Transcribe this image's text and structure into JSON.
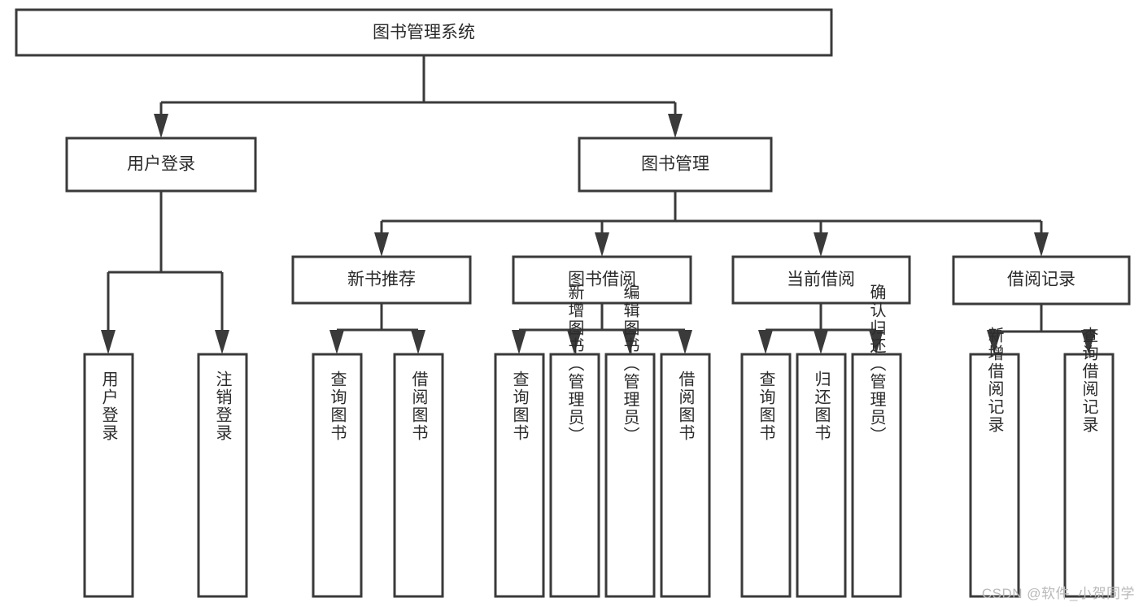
{
  "diagram": {
    "title": "图书管理系统",
    "type": "tree-hierarchy",
    "watermark": "CSDN @软件_小贺同学",
    "colors": {
      "background": "#ffffff",
      "stroke": "#3a3a3a",
      "node_fill": "#ffffff",
      "text": "#2b2b2b",
      "watermark": "#b9b9b9"
    },
    "nodes": {
      "root": {
        "label": "图书管理系统"
      },
      "level1": [
        {
          "id": "user-login",
          "label": "用户登录"
        },
        {
          "id": "book-manage",
          "label": "图书管理"
        }
      ],
      "level2": [
        {
          "id": "new-book-recommend",
          "label": "新书推荐"
        },
        {
          "id": "book-borrow",
          "label": "图书借阅"
        },
        {
          "id": "current-borrow",
          "label": "当前借阅"
        },
        {
          "id": "borrow-record",
          "label": "借阅记录"
        }
      ],
      "leaves": {
        "user-login": [
          {
            "id": "leaf-user-login",
            "label": "用户登录"
          },
          {
            "id": "leaf-logout-login",
            "label": "注销登录"
          }
        ],
        "new-book-recommend": [
          {
            "id": "leaf-query-book-1",
            "label": "查询图书"
          },
          {
            "id": "leaf-borrow-book-1",
            "label": "借阅图书"
          }
        ],
        "book-borrow": [
          {
            "id": "leaf-query-book-2",
            "label": "查询图书"
          },
          {
            "id": "leaf-add-book-admin",
            "label": "新增图书（管理员）"
          },
          {
            "id": "leaf-edit-book-admin",
            "label": "编辑图书（管理员）"
          },
          {
            "id": "leaf-borrow-book-2",
            "label": "借阅图书"
          }
        ],
        "current-borrow": [
          {
            "id": "leaf-query-book-3",
            "label": "查询图书"
          },
          {
            "id": "leaf-return-book",
            "label": "归还图书"
          },
          {
            "id": "leaf-confirm-return-admin",
            "label": "确认归还（管理员）"
          }
        ],
        "borrow-record": [
          {
            "id": "leaf-add-borrow-record",
            "label": "新增借阅记录"
          },
          {
            "id": "leaf-query-borrow-record",
            "label": "查询借阅记录"
          }
        ]
      }
    }
  }
}
